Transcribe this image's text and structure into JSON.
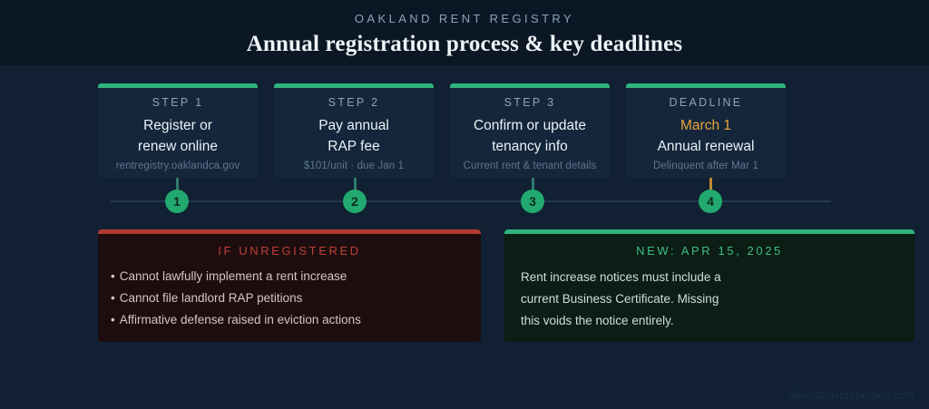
{
  "header": {
    "eyebrow": "OAKLAND RENT REGISTRY",
    "title": "Annual registration process & key deadlines"
  },
  "steps": [
    {
      "kicker": "STEP 1",
      "title_line1": "Register or",
      "title_line2": "renew online",
      "note": "rentregistry.oaklandca.gov",
      "marker": "1",
      "accent": "#2eb37c"
    },
    {
      "kicker": "STEP 2",
      "title_line1": "Pay annual",
      "title_line2": "RAP fee",
      "note": "$101/unit · due Jan 1",
      "marker": "2",
      "accent": "#2eb37c"
    },
    {
      "kicker": "STEP 3",
      "title_line1": "Confirm or update",
      "title_line2": "tenancy info",
      "note": "Current rent & tenant details",
      "marker": "3",
      "accent": "#2eb37c"
    },
    {
      "kicker": "DEADLINE",
      "title_line1": "March 1",
      "title_line2": "Annual renewal",
      "note": "Delinquent after Mar 1",
      "marker": "4",
      "accent": "#2eb37c",
      "highlight_color": "#e8a33d"
    }
  ],
  "panels": {
    "unregistered": {
      "title": "IF UNREGISTERED",
      "accent": "#b03a32",
      "bullet_glyph": "•",
      "items": [
        "Cannot lawfully implement a rent increase",
        "Cannot file landlord RAP petitions",
        "Affirmative defense raised in eviction actions"
      ]
    },
    "new_rule": {
      "title": "NEW: APR 15, 2025",
      "accent": "#2eb37c",
      "body_line1": "Rent increase notices must include a",
      "body_line2": "current Business Certificate. Missing",
      "body_line3": "this voids the notice entirely."
    }
  },
  "watermark": "alleastbayproperties.com"
}
